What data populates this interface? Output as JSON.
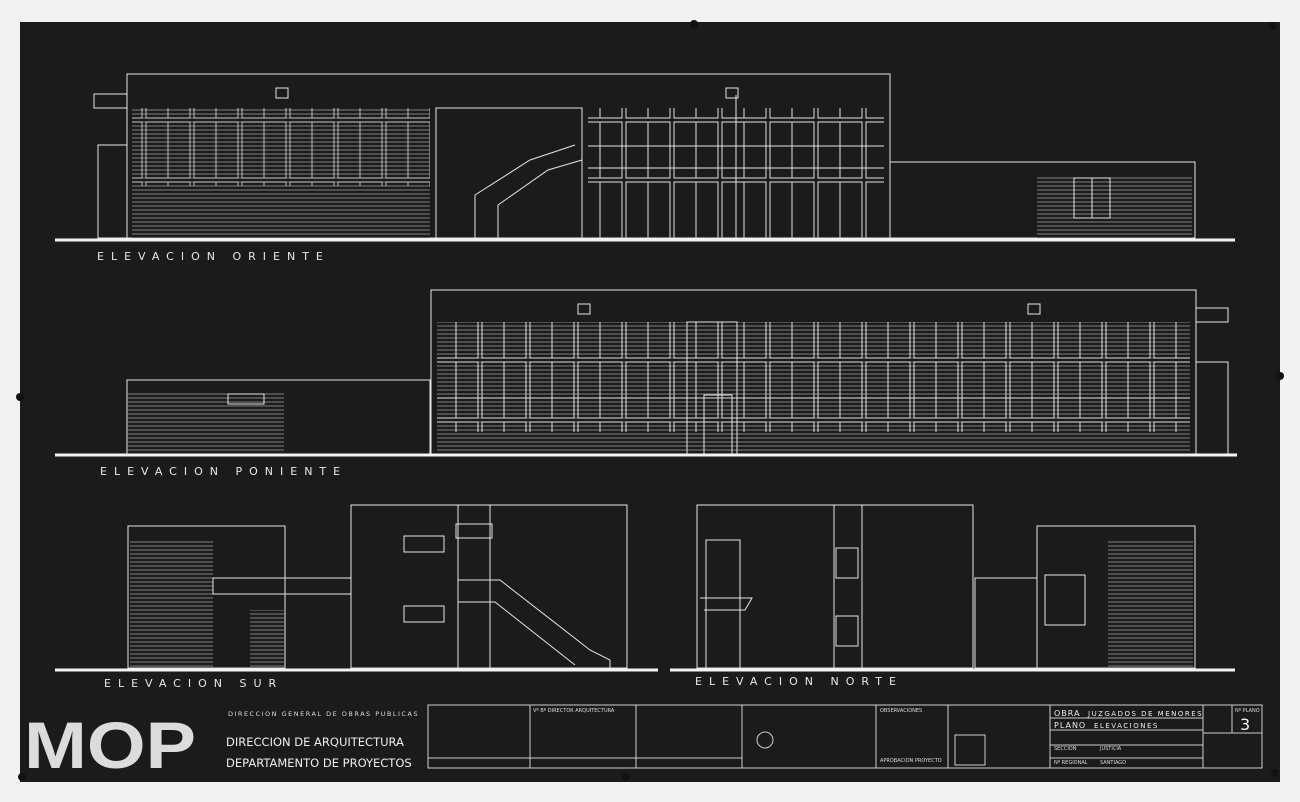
{
  "drawing": {
    "elevations": [
      {
        "label": "ELEVACION ORIENTE"
      },
      {
        "label": "ELEVACION PONIENTE"
      },
      {
        "label": "ELEVACION SUR"
      },
      {
        "label": "ELEVACION NORTE"
      }
    ]
  },
  "header_block": {
    "logo_text": "MOP",
    "agency": "DIRECCION GENERAL DE OBRAS PUBLICAS",
    "direction": "DIRECCION DE ARQUITECTURA",
    "department": "DEPARTAMENTO DE PROYECTOS"
  },
  "title_block": {
    "obra_label": "OBRA",
    "obra_value": "JUZGADOS DE MENORES",
    "plano_label": "PLANO",
    "plano_value": "ELEVACIONES",
    "seccion_label": "SECCION",
    "seccion_value": "JUSTICIA",
    "region_label": "Nº REGIONAL",
    "region_value": "SANTIAGO",
    "sheet_number_label": "Nº PLANO",
    "sheet_number": "3",
    "director_label": "Vº Bº DIRECTOR ARQUITECTURA",
    "observaciones_label": "OBSERVACIONES",
    "aprobacion_label": "APROBACION PROYECTO"
  }
}
